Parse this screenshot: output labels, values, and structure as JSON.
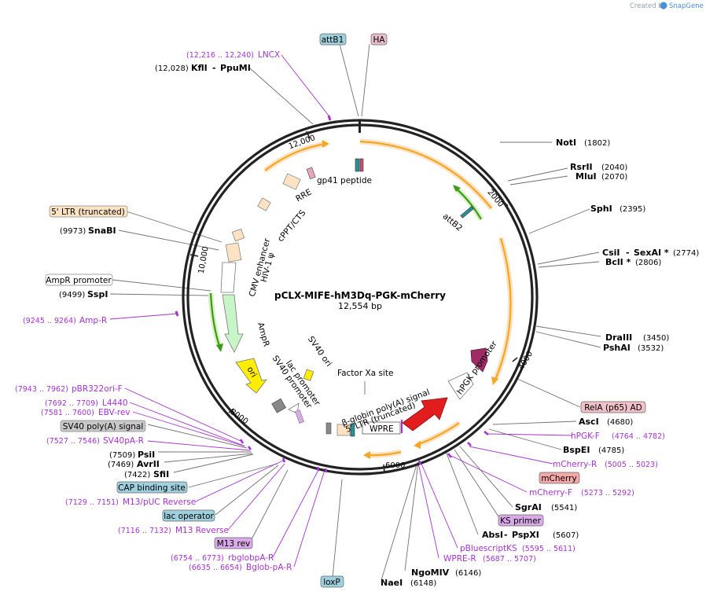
{
  "credit": {
    "prefix": "Created by",
    "brand": "SnapGene"
  },
  "plasmid": {
    "name": "pCLX-MIFE-hM3Dq-PGK-mCherry",
    "size_label": "12,554 bp"
  },
  "ticks": [
    "2000",
    "4000",
    "6000",
    "8000",
    "10,000",
    "12,000"
  ],
  "enzymes": [
    {
      "name": "KflI",
      "name2": "PpuMI",
      "pos": "(12,028)"
    },
    {
      "name": "SnaBI",
      "pos": "(9973)"
    },
    {
      "name": "SspI",
      "pos": "(9499)"
    },
    {
      "name": "PsiI",
      "pos": "(7509)"
    },
    {
      "name": "AvrII",
      "pos": "(7469)"
    },
    {
      "name": "SfiI",
      "pos": "(7422)"
    },
    {
      "name": "NotI",
      "pos": "(1802)"
    },
    {
      "name": "RsrII",
      "pos": "(2040)"
    },
    {
      "name": "MluI",
      "pos": "(2070)"
    },
    {
      "name": "SphI",
      "pos": "(2395)"
    },
    {
      "name": "CsiI",
      "name2": "SexAI *",
      "pos": "(2774)"
    },
    {
      "name": "BclI *",
      "pos": "(2806)"
    },
    {
      "name": "DraIII",
      "pos": "(3450)"
    },
    {
      "name": "PshAI",
      "pos": "(3532)"
    },
    {
      "name": "AscI",
      "pos": "(4680)"
    },
    {
      "name": "BspEI",
      "pos": "(4785)"
    },
    {
      "name": "SgrAI",
      "pos": "(5541)"
    },
    {
      "name": "AbsI",
      "name2": "PspXI",
      "pos": "(5607)"
    },
    {
      "name": "NgoMIV",
      "pos": "(6146)"
    },
    {
      "name": "NaeI",
      "pos": "(6148)"
    }
  ],
  "primers": [
    {
      "name": "LNCX",
      "pos": "(12,216 .. 12,240)"
    },
    {
      "name": "Amp-R",
      "pos": "(9245 .. 9264)"
    },
    {
      "name": "pBR322ori-F",
      "pos": "(7943 .. 7962)"
    },
    {
      "name": "L4440",
      "pos": "(7692 .. 7709)"
    },
    {
      "name": "EBV-rev",
      "pos": "(7581 .. 7600)"
    },
    {
      "name": "SV40pA-R",
      "pos": "(7527 .. 7546)"
    },
    {
      "name": "M13/pUC Reverse",
      "pos": "(7129 .. 7151)"
    },
    {
      "name": "M13 Reverse",
      "pos": "(7116 .. 7132)"
    },
    {
      "name": "rbglobpA-R",
      "pos": "(6754 .. 6773)"
    },
    {
      "name": "Bglob-pA-R",
      "pos": "(6635 .. 6654)"
    },
    {
      "name": "hPGK-F",
      "pos": "(4764 .. 4782)"
    },
    {
      "name": "mCherry-R",
      "pos": "(5005 .. 5023)"
    },
    {
      "name": "mCherry-F",
      "pos": "(5273 .. 5292)"
    },
    {
      "name": "pBluescriptKS",
      "pos": "(5595 .. 5611)"
    },
    {
      "name": "WPRE-R",
      "pos": "(5687 .. 5707)"
    }
  ],
  "boxed_labels": [
    {
      "text": "attB1",
      "color": "#9fd0de"
    },
    {
      "text": "HA",
      "color": "#e9bcc9"
    },
    {
      "text": "5' LTR (truncated)",
      "color": "#fde3c4"
    },
    {
      "text": "AmpR promoter",
      "color": "#ffffff"
    },
    {
      "text": "SV40 poly(A) signal",
      "color": "#c8c8c8"
    },
    {
      "text": "CAP binding site",
      "color": "#9fd0de"
    },
    {
      "text": "lac operator",
      "color": "#9fd0de"
    },
    {
      "text": "M13 rev",
      "color": "#d9a9e8"
    },
    {
      "text": "loxP",
      "color": "#9fd0de"
    },
    {
      "text": "RelA (p65) AD",
      "color": "#f2c0c8"
    },
    {
      "text": "mCherry",
      "color": "#f4a9a8"
    },
    {
      "text": "KS primer",
      "color": "#d9a9e8"
    }
  ],
  "features": {
    "gp41": "gp41 peptide",
    "rre": "RRE",
    "cppt": "cPPT/CTS",
    "attb2": "attB2",
    "cmv": "CMV enhancer",
    "hiv": "HIV-1 ψ",
    "ampr": "AmpR",
    "ori": "ori",
    "lacprom": "lac promoter",
    "sv40prom": "SV40 promoter",
    "sv40ori": "SV40 ori",
    "factorxa": "Factor Xa site",
    "bglob": "β-globin poly(A) signal",
    "ltr5": "5' LTR (truncated)",
    "wpre": "WPRE",
    "hpgk": "hPGK promoter"
  },
  "colors": {
    "backbone": "#222222",
    "primer": "#a632d1",
    "orange_arc": "#f5a623",
    "green_arc": "#3c9a17",
    "mcherry": "#e11d1d",
    "hpgk": "#9e2b66",
    "ori": "#ffee00",
    "ampr": "#c8f5c8",
    "snapgene": "#4a90d9"
  }
}
